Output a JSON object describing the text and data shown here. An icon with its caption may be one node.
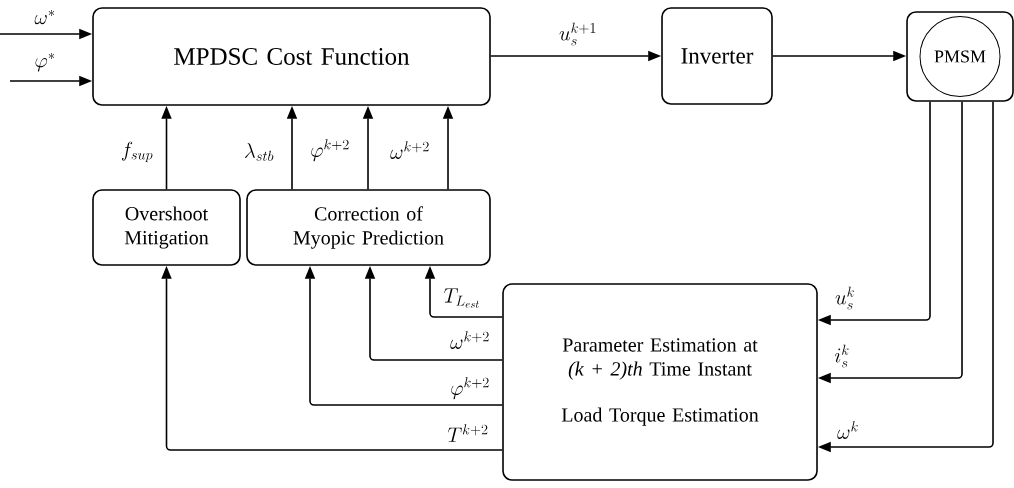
{
  "diagram": {
    "nodes": [
      {
        "text": [
          "MPDSC Cost Function"
        ]
      },
      {
        "text": [
          "Inverter"
        ]
      },
      {
        "text": [],
        "shape": "box"
      },
      {
        "text": [
          "PMSM"
        ],
        "in": 2
      },
      {
        "text": [
          "Overshoot Mitigation"
        ]
      },
      {
        "text": [
          "Correction of Myopic Prediction"
        ]
      },
      {
        "text": [
          "Parameter Estimation at *(k + 2)th* Time Instant",
          "Load Torque Estimation"
        ]
      }
    ],
    "edges": [
      {
        "from": null,
        "to": 0,
        "arrow": "to",
        "label": "\\omega^{*}"
      },
      {
        "from": null,
        "to": 0,
        "arrow": "to",
        "label": "\\varphi^{*}"
      },
      {
        "from": 0,
        "to": 1,
        "arrow": "to",
        "label": "u_{s}^{k+1}"
      },
      {
        "from": 1,
        "to": 2,
        "arrow": "to"
      },
      {
        "from": 4,
        "to": 0,
        "arrow": "to",
        "label": "f_{sup}"
      },
      {
        "from": 5,
        "to": 0,
        "arrow": "to",
        "label": "\\lambda_{stb}"
      },
      {
        "from": 5,
        "to": 0,
        "arrow": "to",
        "label": "\\varphi^{k+2}"
      },
      {
        "from": 5,
        "to": 0,
        "arrow": "to",
        "label": "\\omega^{k+2}"
      },
      {
        "from": 6,
        "to": 5,
        "arrow": "to",
        "label": "T_{L_{est}}"
      },
      {
        "from": 6,
        "to": 5,
        "arrow": "to",
        "label": "\\omega^{k+2}"
      },
      {
        "from": 6,
        "to": 5,
        "arrow": "to",
        "label": "\\varphi^{k+2}"
      },
      {
        "from": 6,
        "to": 4,
        "arrow": "to",
        "label": "T^{k+2}"
      },
      {
        "from": 2,
        "to": 6,
        "arrow": "to",
        "label": "u_{s}^{k}"
      },
      {
        "from": 2,
        "to": 6,
        "arrow": "to",
        "label": "i_{s}^{k}"
      },
      {
        "from": 2,
        "to": 6,
        "arrow": "to",
        "label": "\\omega^{k}"
      }
    ]
  }
}
